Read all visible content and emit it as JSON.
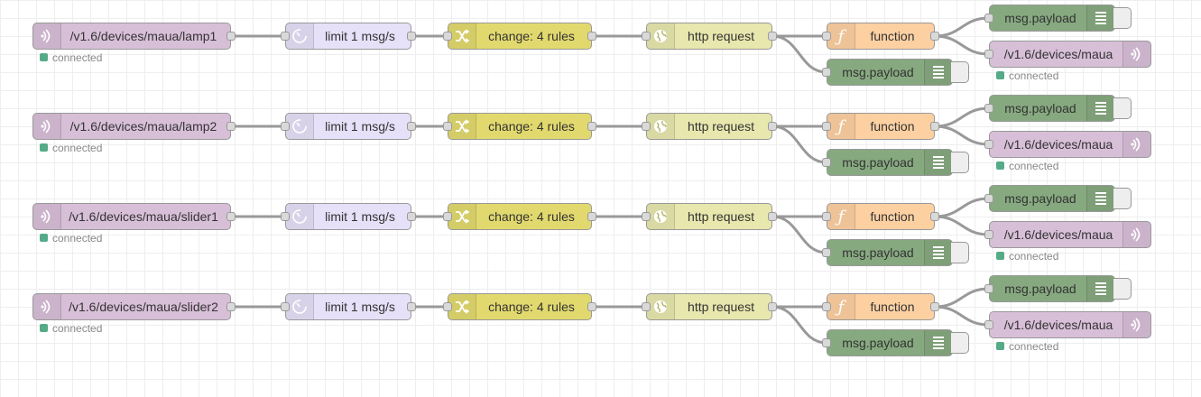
{
  "colors": {
    "mqtt": "#d8bfd8",
    "delay": "#e6e0f8",
    "change": "#e2d96e",
    "http": "#e7e7ae",
    "function": "#fdd0a2",
    "debug": "#87a980",
    "wire": "#999999",
    "port": "#d9d9d9",
    "status_connected": "#5a8"
  },
  "icons": {
    "mqtt_in": "bridge-icon",
    "delay": "timer-icon",
    "change": "swap-icon",
    "http": "globe-icon",
    "function": "function-icon",
    "debug": "debug-list-icon",
    "mqtt_out": "bridge-icon"
  },
  "flows": [
    {
      "mqtt_in": {
        "label": "/v1.6/devices/maua/lamp1",
        "status": "connected"
      },
      "delay": {
        "label": "limit 1 msg/s"
      },
      "change": {
        "label": "change: 4 rules"
      },
      "http": {
        "label": "http request"
      },
      "function": {
        "label": "function"
      },
      "debug_top": {
        "label": "msg.payload"
      },
      "debug_bottom": {
        "label": "msg.payload"
      },
      "mqtt_out": {
        "label": "/v1.6/devices/maua",
        "status": "connected"
      }
    },
    {
      "mqtt_in": {
        "label": "/v1.6/devices/maua/lamp2",
        "status": "connected"
      },
      "delay": {
        "label": "limit 1 msg/s"
      },
      "change": {
        "label": "change: 4 rules"
      },
      "http": {
        "label": "http request"
      },
      "function": {
        "label": "function"
      },
      "debug_top": {
        "label": "msg.payload"
      },
      "debug_bottom": {
        "label": "msg.payload"
      },
      "mqtt_out": {
        "label": "/v1.6/devices/maua",
        "status": "connected"
      }
    },
    {
      "mqtt_in": {
        "label": "/v1.6/devices/maua/slider1",
        "status": "connected"
      },
      "delay": {
        "label": "limit 1 msg/s"
      },
      "change": {
        "label": "change: 4 rules"
      },
      "http": {
        "label": "http request"
      },
      "function": {
        "label": "function"
      },
      "debug_top": {
        "label": "msg.payload"
      },
      "debug_bottom": {
        "label": "msg.payload"
      },
      "mqtt_out": {
        "label": "/v1.6/devices/maua",
        "status": "connected"
      }
    },
    {
      "mqtt_in": {
        "label": "/v1.6/devices/maua/slider2",
        "status": "connected"
      },
      "delay": {
        "label": "limit 1 msg/s"
      },
      "change": {
        "label": "change: 4 rules"
      },
      "http": {
        "label": "http request"
      },
      "function": {
        "label": "function"
      },
      "debug_top": {
        "label": "msg.payload"
      },
      "debug_bottom": {
        "label": "msg.payload"
      },
      "mqtt_out": {
        "label": "/v1.6/devices/maua",
        "status": "connected"
      }
    }
  ]
}
